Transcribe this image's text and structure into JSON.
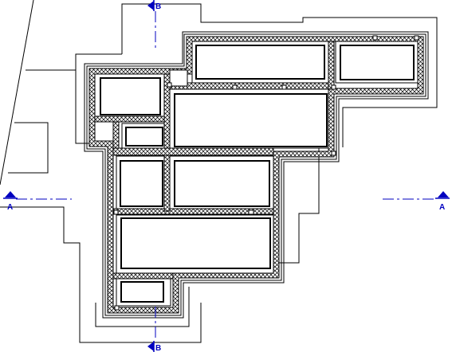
{
  "colors": {
    "section_marker": "#0000c0",
    "lines": "#000000",
    "background": "#ffffff"
  },
  "section_markers": {
    "a_left": {
      "label": "A",
      "icon": "section-arrow-up-icon"
    },
    "a_right": {
      "label": "A",
      "icon": "section-arrow-up-icon"
    },
    "b_top": {
      "label": "B",
      "icon": "section-arrow-left-icon"
    },
    "b_bottom": {
      "label": "B",
      "icon": "section-arrow-left-icon"
    }
  }
}
